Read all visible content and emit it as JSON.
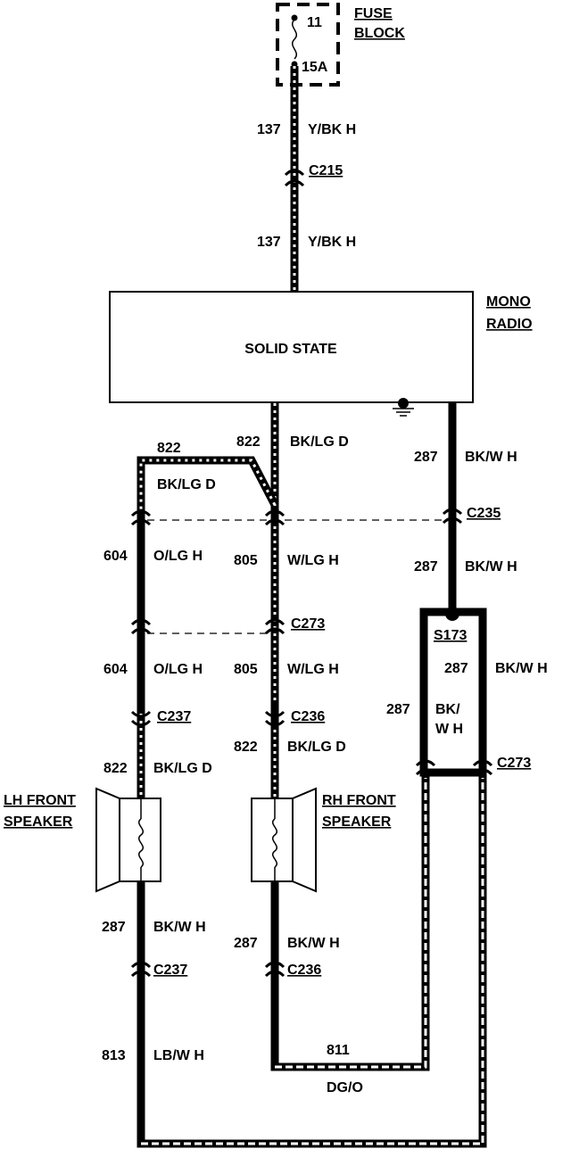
{
  "fuse_block": {
    "title_line1": "FUSE",
    "title_line2": "BLOCK",
    "fuse_number": "11",
    "rating": "15A"
  },
  "radio": {
    "title_line1": "MONO",
    "title_line2": "RADIO",
    "label": "SOLID STATE"
  },
  "wires": {
    "w137_top": {
      "num": "137",
      "color": "Y/BK H"
    },
    "w137_bot": {
      "num": "137",
      "color": "Y/BK H"
    },
    "w822_mid": {
      "num": "822",
      "color": "BK/LG D"
    },
    "w822_left": {
      "num": "822",
      "color": "BK/LG D"
    },
    "w287_right_top": {
      "num": "287",
      "color": "BK/W H"
    },
    "w287_right_mid": {
      "num": "287",
      "color": "BK/W H"
    },
    "w604_a": {
      "num": "604",
      "color": "O/LG H"
    },
    "w805_a": {
      "num": "805",
      "color": "W/LG H"
    },
    "w604_b": {
      "num": "604",
      "color": "O/LG H"
    },
    "w805_b": {
      "num": "805",
      "color": "W/LG H"
    },
    "w287_s173_right": {
      "num": "287",
      "color": "BK/W H"
    },
    "w287_s173_left": {
      "num": "287",
      "color_line1": "BK/",
      "color_line2": "W H"
    },
    "w822_lh": {
      "num": "822",
      "color": "BK/LG D"
    },
    "w822_rh": {
      "num": "822",
      "color": "BK/LG D"
    },
    "w287_lh": {
      "num": "287",
      "color": "BK/W H"
    },
    "w287_rh": {
      "num": "287",
      "color": "BK/W H"
    },
    "w813": {
      "num": "813",
      "color": "LB/W H"
    },
    "w811": {
      "num": "811",
      "color": "DG/O"
    }
  },
  "connectors": {
    "c215": "C215",
    "c235": "C235",
    "c273_mid": "C273",
    "c273_right": "C273",
    "s173": "S173",
    "c237_top": "C237",
    "c236_top": "C236",
    "c237_bot": "C237",
    "c236_bot": "C236"
  },
  "speakers": {
    "lh": {
      "line1": "LH FRONT",
      "line2": "SPEAKER"
    },
    "rh": {
      "line1": "RH FRONT",
      "line2": "SPEAKER"
    }
  }
}
